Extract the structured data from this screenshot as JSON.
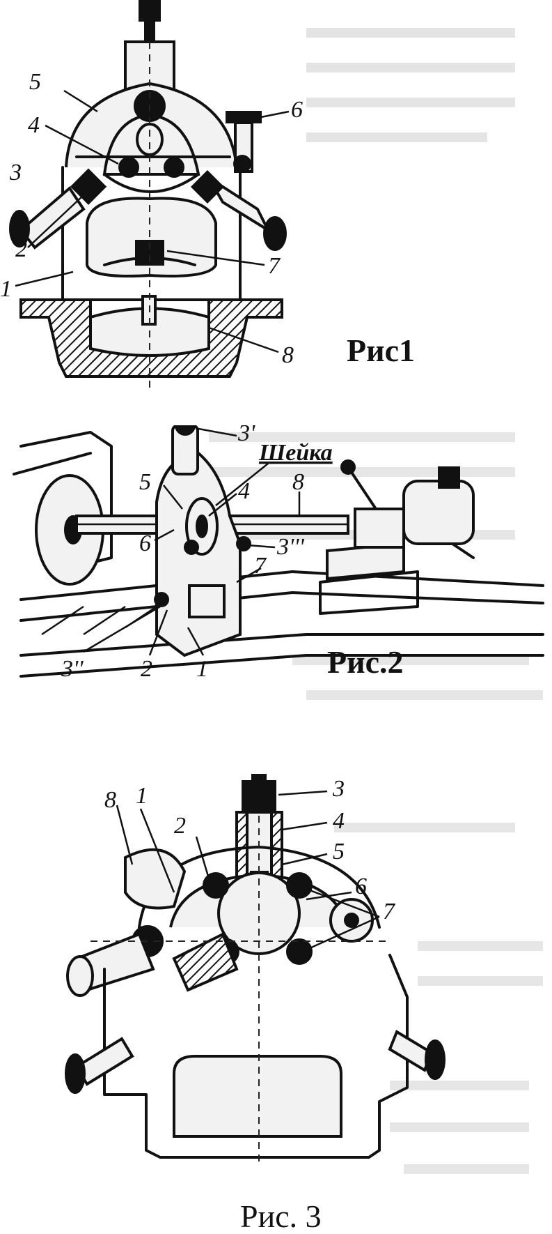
{
  "figures": [
    {
      "caption": "Рис1",
      "labels": [
        "1",
        "2",
        "3",
        "4",
        "5",
        "6",
        "7",
        "8"
      ]
    },
    {
      "caption": "Рис.2",
      "labels": [
        "1",
        "2",
        "3'",
        "3''",
        "3'''",
        "4",
        "5",
        "6",
        "7",
        "8"
      ],
      "neck_label": "Шейка"
    },
    {
      "caption": "Рис. 3",
      "labels": [
        "1",
        "2",
        "3",
        "4",
        "5",
        "6",
        "7",
        "8"
      ]
    }
  ],
  "colors": {
    "ink": "#111111",
    "paper": "#ffffff"
  }
}
